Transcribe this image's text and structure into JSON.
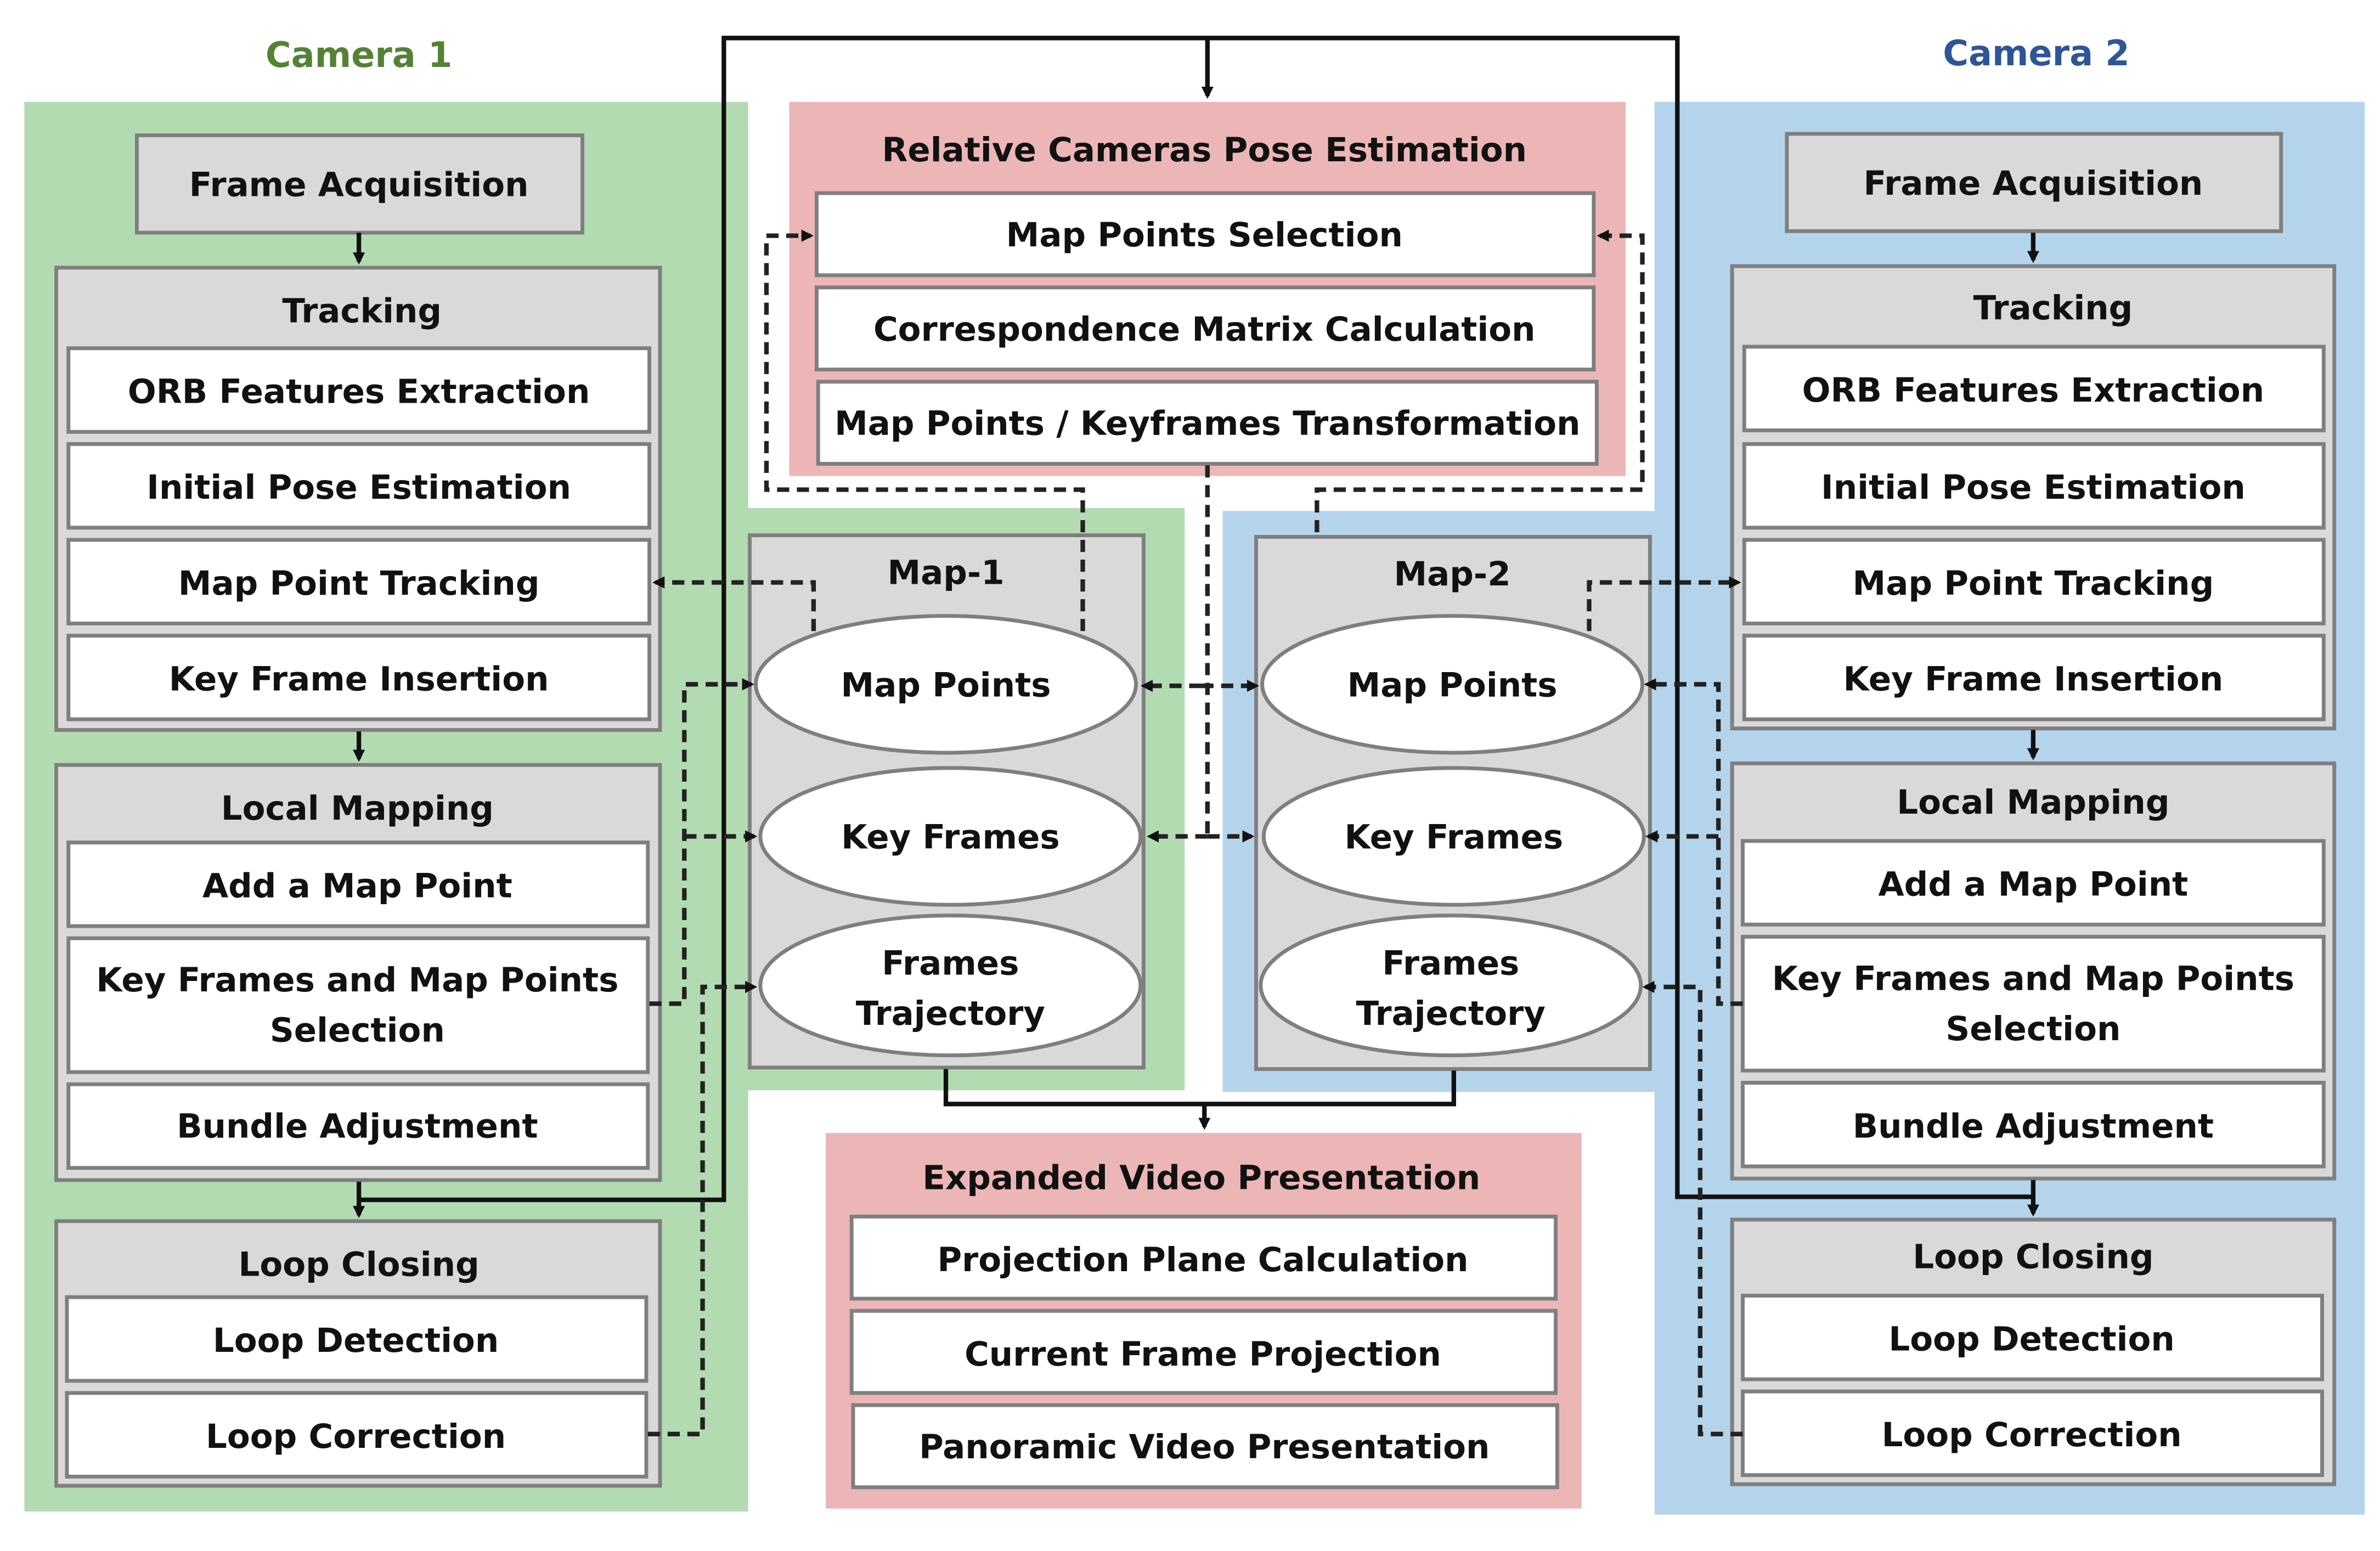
{
  "camera1": {
    "title": "Camera 1",
    "frame_acquisition": "Frame Acquisition",
    "tracking": {
      "title": "Tracking",
      "items": [
        "ORB Features Extraction",
        "Initial Pose Estimation",
        "Map Point Tracking",
        "Key Frame Insertion"
      ]
    },
    "local_mapping": {
      "title": "Local Mapping",
      "items": [
        "Add a Map Point",
        "Key Frames and Map Points",
        "Selection",
        "Bundle Adjustment"
      ]
    },
    "loop_closing": {
      "title": "Loop Closing",
      "items": [
        "Loop Detection",
        "Loop Correction"
      ]
    }
  },
  "camera2": {
    "title": "Camera 2",
    "frame_acquisition": "Frame Acquisition",
    "tracking": {
      "title": "Tracking",
      "items": [
        "ORB Features Extraction",
        "Initial Pose Estimation",
        "Map Point Tracking",
        "Key Frame Insertion"
      ]
    },
    "local_mapping": {
      "title": "Local Mapping",
      "items": [
        "Add a Map Point",
        "Key Frames and Map Points",
        "Selection",
        "Bundle Adjustment"
      ]
    },
    "loop_closing": {
      "title": "Loop Closing",
      "items": [
        "Loop Detection",
        "Loop Correction"
      ]
    }
  },
  "pose_estimation": {
    "title": "Relative Cameras Pose Estimation",
    "items": [
      "Map Points Selection",
      "Correspondence Matrix Calculation",
      "Map Points / Keyframes Transformation"
    ]
  },
  "map1": {
    "title": "Map-1",
    "map_points": "Map Points",
    "key_frames": "Key Frames",
    "frames": "Frames",
    "trajectory": "Trajectory"
  },
  "map2": {
    "title": "Map-2",
    "map_points": "Map Points",
    "key_frames": "Key Frames",
    "frames": "Frames",
    "trajectory": "Trajectory"
  },
  "video": {
    "title": "Expanded Video Presentation",
    "items": [
      "Projection Plane Calculation",
      "Current Frame Projection",
      "Panoramic Video Presentation"
    ]
  },
  "colors": {
    "camera1_bg": "#b3dbb2",
    "camera1_title": "#548235",
    "camera2_bg": "#b4d4ec",
    "camera2_title": "#2f5597",
    "center_bg": "#ecb6b6",
    "box_gray": "#d9d9d9",
    "arrow": "#111111"
  }
}
